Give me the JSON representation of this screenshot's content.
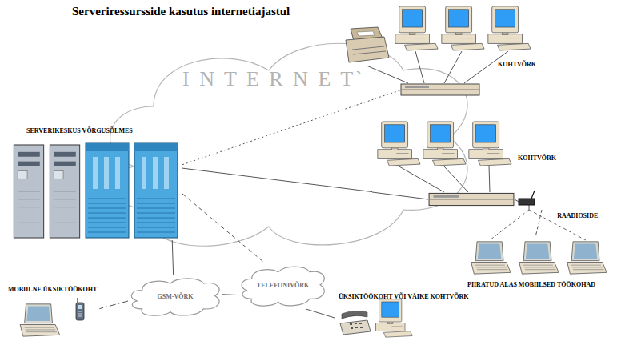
{
  "diagram": {
    "title": "Serveriressursside kasutus internetiajastul",
    "nodes": [
      {
        "text": [
          "I N T E R N E T`"
        ]
      },
      {
        "text": [
          "SERVERIKESKUS VÕRGUSÕLMES"
        ],
        "in": 0
      },
      {
        "text": [
          "KOHTVÕRK"
        ]
      },
      {
        "text": [
          "KOHTVÕRK"
        ]
      },
      {
        "text": [
          "PIIRATUD ALAS MOBIILSED TÖÖKOHAD"
        ]
      },
      {
        "text": [
          "GSM-VÕRK"
        ]
      },
      {
        "text": [
          "TELEFONIVÕRK"
        ]
      },
      {
        "text": [
          "MOBIILNE ÜKSIKTÖÖKOHT"
        ]
      },
      {
        "text": [
          "ÜKSIKTÖÖKOHT VÕI VÄIKE KOHTVÕRK"
        ]
      }
    ],
    "edges": [
      {
        "from": 1,
        "to": 2,
        "arrow": "none"
      },
      {
        "from": 1,
        "to": 3,
        "arrow": "none"
      },
      {
        "from": 1,
        "to": 5,
        "arrow": "none"
      },
      {
        "from": 1,
        "to": 6,
        "arrow": "none"
      },
      {
        "from": 5,
        "to": 6,
        "arrow": "none"
      },
      {
        "from": 5,
        "to": 7,
        "arrow": "none"
      },
      {
        "from": 6,
        "to": 8,
        "arrow": "none"
      },
      {
        "from": 3,
        "to": 4,
        "label": "RAADIOSIDE",
        "arrow": "none"
      }
    ]
  }
}
